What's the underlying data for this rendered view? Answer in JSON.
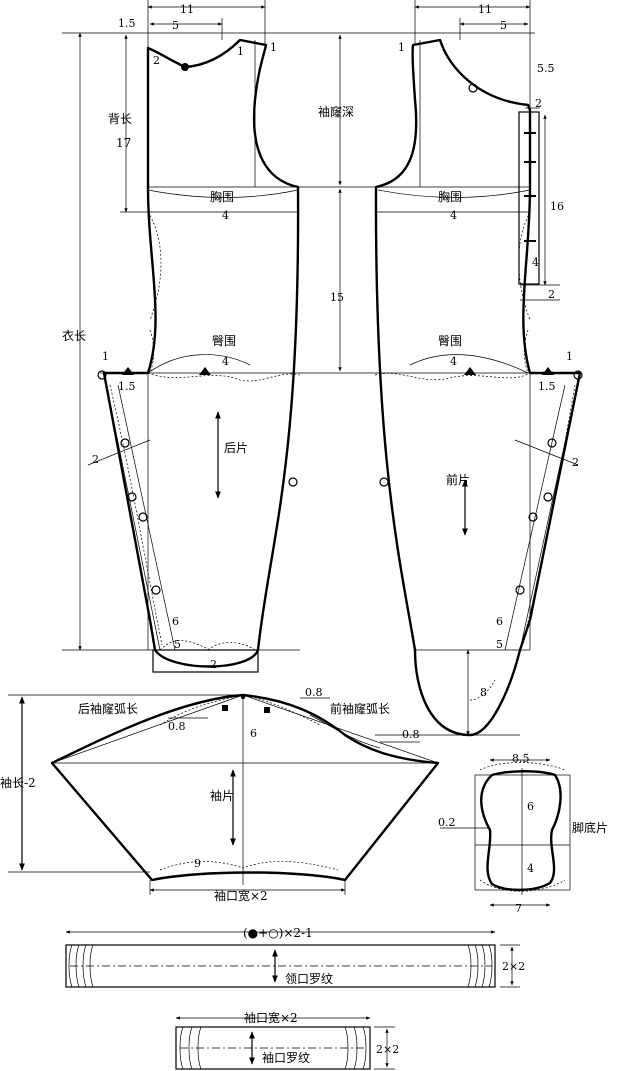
{
  "labels": {
    "back_length": "背长",
    "back_length_val": "17",
    "garment_length": "衣长",
    "armhole_depth": "袖窿深",
    "chest": "胸围",
    "hip": "臀围",
    "back_piece": "后片",
    "front_piece": "前片",
    "sleeve_length": "袖长-2",
    "sleeve_piece": "袖片",
    "back_armhole_arc": "后袖窿弧长",
    "front_armhole_arc": "前袖窿弧长",
    "cuff_width_x2": "袖口宽×2",
    "foot_piece": "脚底片",
    "neck_rib_formula": "(●+○)×2-1",
    "neck_rib": "领口罗纹",
    "cuff_width_x2_b": "袖口宽×2",
    "cuff_rib": "袖口罗纹",
    "rib_h1": "2×2",
    "rib_h2": "2×2"
  },
  "dims": {
    "d11_left": "11",
    "d11_right": "11",
    "d5_left": "5",
    "d5_right": "5",
    "d1_5_top": "1.5",
    "d1_a": "1",
    "d1_b": "1",
    "d1_c": "1",
    "d2_neck": "2",
    "d5_5": "5.5",
    "d2_top_right": "2",
    "d16": "16",
    "d4_placket": "4",
    "d2_placket": "2",
    "d15": "15",
    "chest_4_l": "4",
    "chest_4_r": "4",
    "hip_4_l": "4",
    "hip_4_r": "4",
    "d1_hip_l": "1",
    "d1_hip_r": "1",
    "d1_5_hip_l": "1.5",
    "d1_5_hip_r": "1.5",
    "d2_leg_l": "2",
    "d2_leg_r": "2",
    "d6_leg_l": "6",
    "d6_leg_r": "6",
    "d5_leg_l": "5",
    "d5_leg_r": "5",
    "d2_hem": "2",
    "d8_foot": "8",
    "s0_8_a": "0.8",
    "s0_8_b": "0.8",
    "s0_8_c": "0.8",
    "s6": "6",
    "s9": "9",
    "f8_5": "8.5",
    "f6": "6",
    "f4": "4",
    "f0_2": "0.2",
    "f7": "7"
  }
}
